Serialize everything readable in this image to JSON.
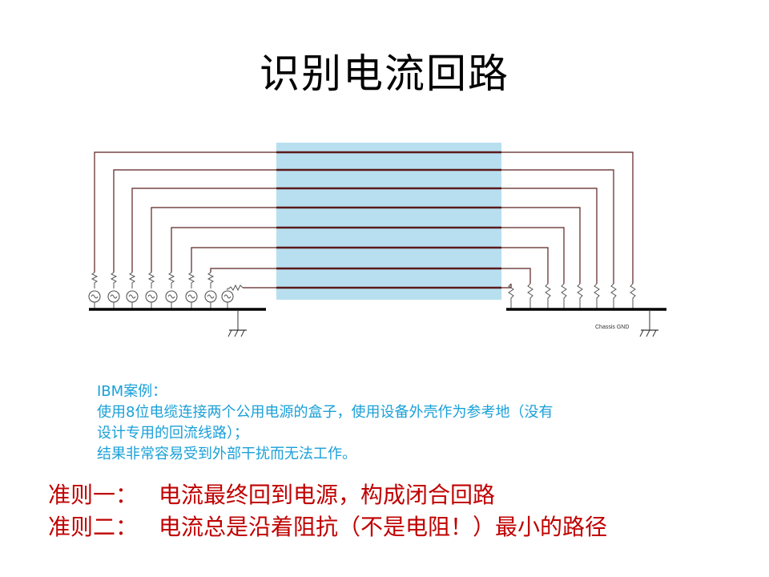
{
  "title": "识别电流回路",
  "diagram": {
    "chassis_label": "Chassis GND",
    "colors": {
      "cable_band": "#b8dff0",
      "wire": "#5a2020",
      "ground_bar": "#000000",
      "connector": "#555555",
      "source_face": "#ffffff"
    },
    "icons": [
      "sine-source-icon",
      "resistor-icon",
      "ground-icon"
    ]
  },
  "case": {
    "heading": "IBM案例：",
    "line1": "使用8位电缆连接两个公用电源的盒子，使用设备外壳作为参考地（没有",
    "line2": "设计专用的回流线路）；",
    "line3": "结果非常容易受到外部干扰而无法工作。"
  },
  "rules": [
    {
      "label": "准则一：",
      "text": "电流最终回到电源，构成闭合回路"
    },
    {
      "label": "准则二：",
      "text": "电流总是沿着阻抗（不是电阻！）最小的路径"
    }
  ]
}
